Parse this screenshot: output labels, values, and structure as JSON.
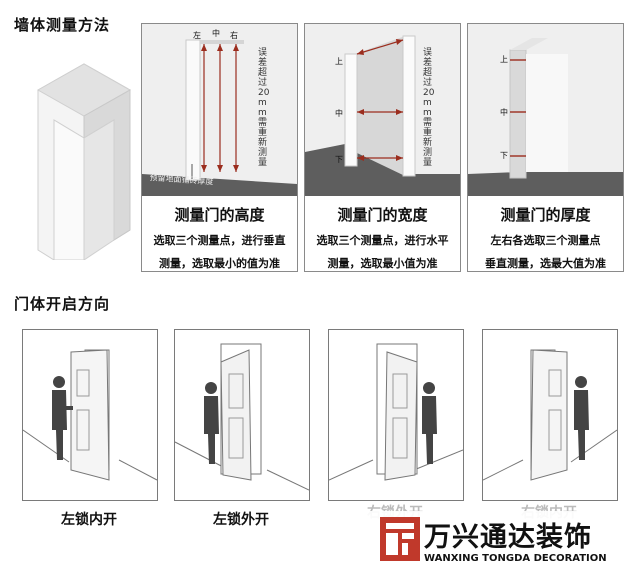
{
  "section1": {
    "title": "墙体测量方法"
  },
  "panels": [
    {
      "heading": "测量门的高度",
      "desc_line1": "选取三个测量点，进行垂直",
      "desc_line2": "测量，选取最小的值为准",
      "labels": [
        "左",
        "中",
        "右"
      ],
      "side_note": "误差超过20mm需重新测量",
      "floor_note": "预留地面铺砖厚度"
    },
    {
      "heading": "测量门的宽度",
      "desc_line1": "选取三个测量点，进行水平",
      "desc_line2": "测量，选取最小值为准",
      "labels": [
        "上",
        "中",
        "下"
      ],
      "side_note": "误差超过20mm需重新测量"
    },
    {
      "heading": "测量门的厚度",
      "desc_line1": "左右各选取三个测量点",
      "desc_line2": "垂直测量，选最大值为准",
      "labels": [
        "上",
        "中",
        "下"
      ]
    }
  ],
  "section2": {
    "title": "门体开启方向"
  },
  "doors": [
    {
      "caption": "左锁内开"
    },
    {
      "caption": "左锁外开"
    },
    {
      "caption": "右锁外开"
    },
    {
      "caption": "右锁内开"
    }
  ],
  "logo": {
    "cn": "万兴通达装饰",
    "en": "WANXING TONGDA DECORATION"
  },
  "colors": {
    "accent": "#c0392b",
    "wall": "#efefef",
    "floor": "#5e5e5e"
  }
}
